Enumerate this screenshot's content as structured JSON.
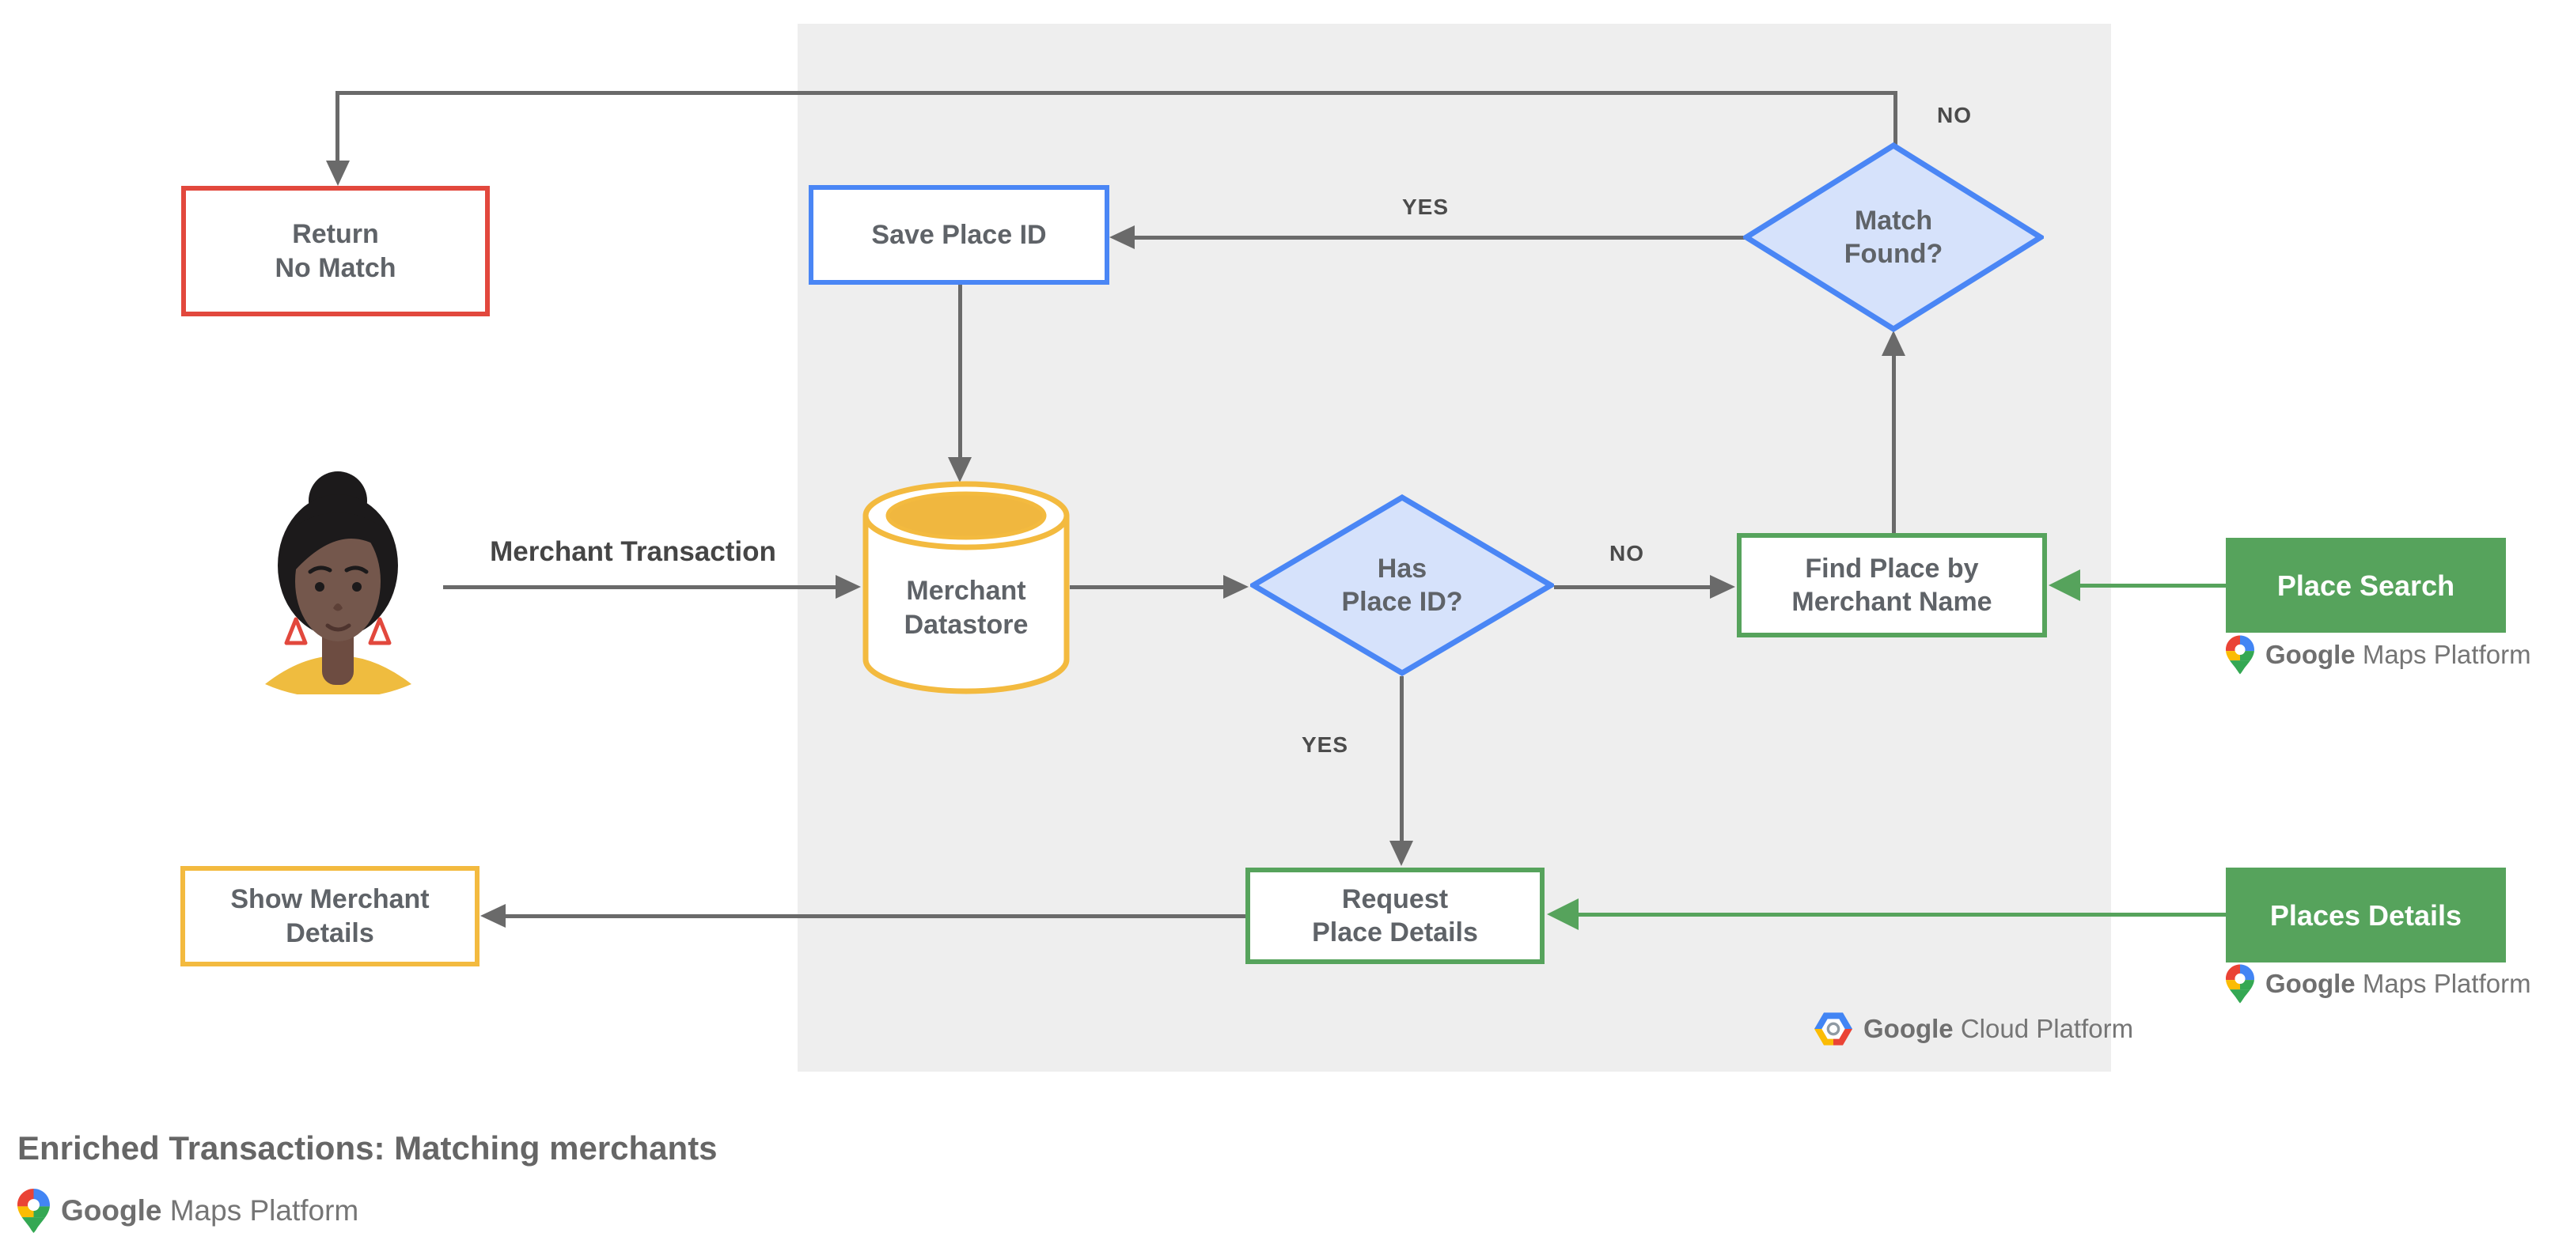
{
  "nodes": {
    "return_no_match": {
      "label": "Return\nNo Match"
    },
    "save_place_id": {
      "label": "Save Place ID"
    },
    "match_found": {
      "label": "Match\nFound?"
    },
    "merchant_datastore": {
      "label": "Merchant\nDatastore"
    },
    "has_place_id": {
      "label": "Has\nPlace ID?"
    },
    "find_place_by_merchant_name": {
      "label": "Find Place by\nMerchant Name"
    },
    "place_search": {
      "label": "Place Search"
    },
    "request_place_details": {
      "label": "Request\nPlace Details"
    },
    "places_details": {
      "label": "Places Details"
    },
    "show_merchant_details": {
      "label": "Show Merchant\nDetails"
    }
  },
  "edge_labels": {
    "match_found_no": "NO",
    "match_found_yes": "YES",
    "has_place_id_no": "NO",
    "has_place_id_yes": "YES"
  },
  "annotations": {
    "merchant_transaction": "Merchant Transaction"
  },
  "logos": {
    "google_maps_platform": {
      "google": "Google",
      "rest": "Maps Platform"
    },
    "google_cloud_platform": {
      "google": "Google",
      "rest": "Cloud Platform"
    }
  },
  "footer": {
    "title": "Enriched Transactions: Matching merchants"
  },
  "icons": {
    "maps_pin": "google-maps-pin-icon",
    "cloud_hexagon": "google-cloud-hexagon-icon",
    "person": "person-avatar"
  },
  "colors": {
    "red": "#e2483d",
    "blue": "#4a86f5",
    "diamond_fill": "#d6e2fb",
    "green": "#56a35c",
    "yellow": "#f3ba3f",
    "line_gray": "#6a6a6a",
    "text_gray": "#5f6368",
    "panel_gray": "#eeeeee"
  }
}
